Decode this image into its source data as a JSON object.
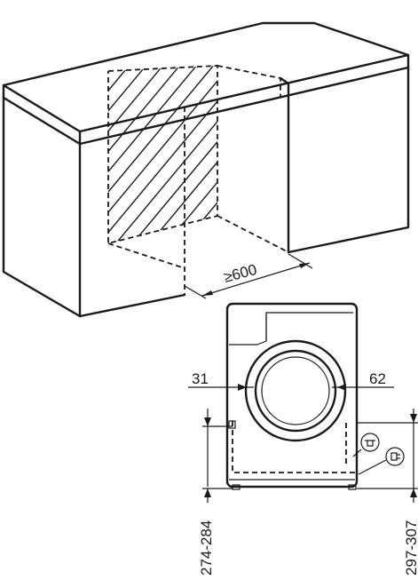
{
  "top_view": {
    "width_label": "≥600"
  },
  "machine_view": {
    "left_offset_label": "31",
    "right_offset_label": "62",
    "left_height_label": "274-284",
    "right_height_label": "297-307",
    "icons": [
      "drain-hose-icon",
      "power-plug-icon"
    ]
  }
}
